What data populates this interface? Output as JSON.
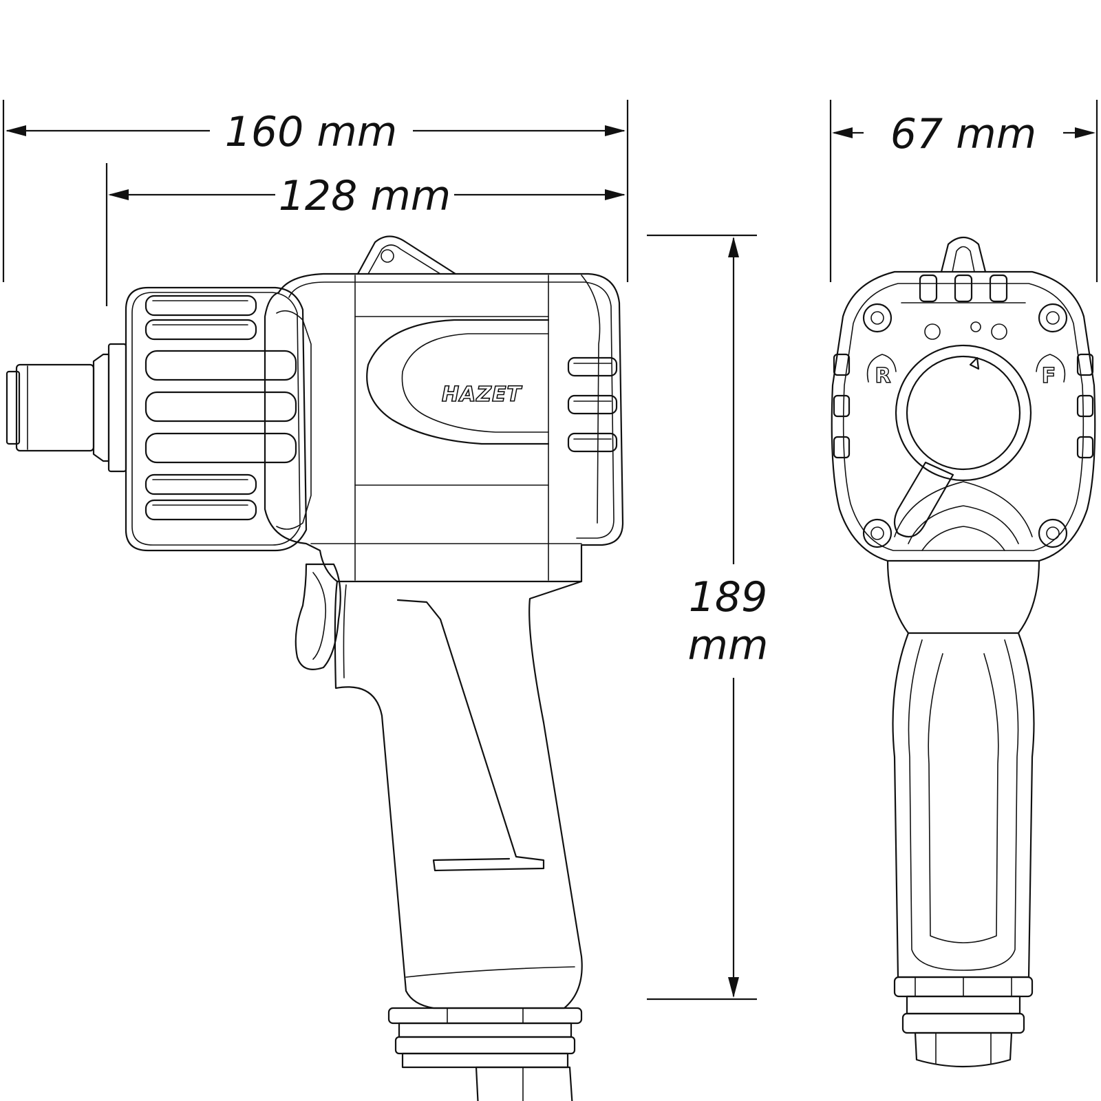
{
  "dimensions": {
    "overall_length": "160 mm",
    "body_length": "128 mm",
    "height_value": "189",
    "height_unit": "mm",
    "width": "67 mm"
  },
  "labels": {
    "brand": "HAZET",
    "reverse_mark": "R",
    "forward_mark": "F"
  }
}
